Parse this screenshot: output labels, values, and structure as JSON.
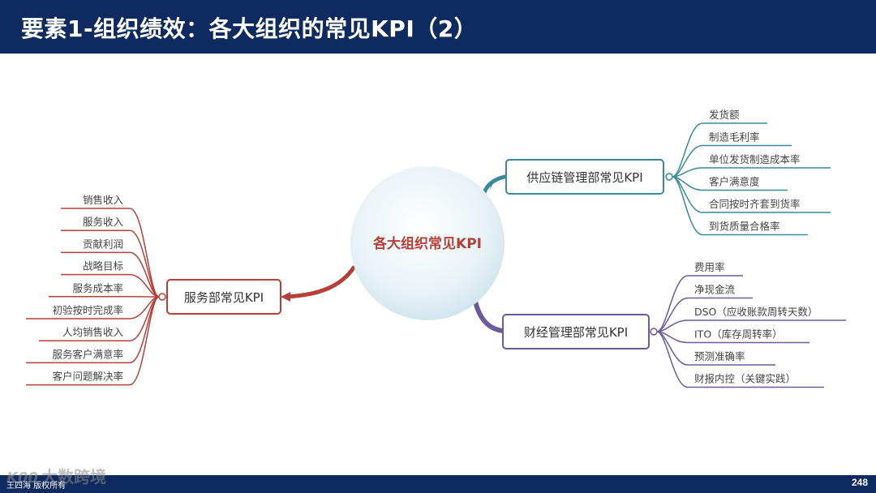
{
  "slide": {
    "title": "要素1-组织绩效：各大组织的常见KPI（2）",
    "page_number": "248",
    "footer_author": "王四海 版权所有",
    "watermark_logo": "K00",
    "watermark_text": "大数跨境"
  },
  "colors": {
    "header_bg": "#0f2a5e",
    "supply": "#3a8a9a",
    "finance": "#6b5b9a",
    "service": "#b5403a"
  },
  "center": {
    "label": "各大组织常见KPI"
  },
  "supply_chain": {
    "label": "供应链管理部常见KPI",
    "items": [
      "发货额",
      "制造毛利率",
      "单位发货制造成本率",
      "客户满意度",
      "合同按时齐套到货率",
      "到货质量合格率"
    ]
  },
  "finance": {
    "label": "财经管理部常见KPI",
    "items": [
      "费用率",
      "净现金流",
      "DSO（应收账款周转天数）",
      "ITO（库存周转率）",
      "预测准确率",
      "财报内控（关键实践）"
    ]
  },
  "service": {
    "label": "服务部常见KPI",
    "items": [
      "销售收入",
      "服务收入",
      "贡献利润",
      "战略目标",
      "服务成本率",
      "初验按时完成率",
      "人均销售收入",
      "服务客户满意率",
      "客户问题解决率"
    ]
  }
}
